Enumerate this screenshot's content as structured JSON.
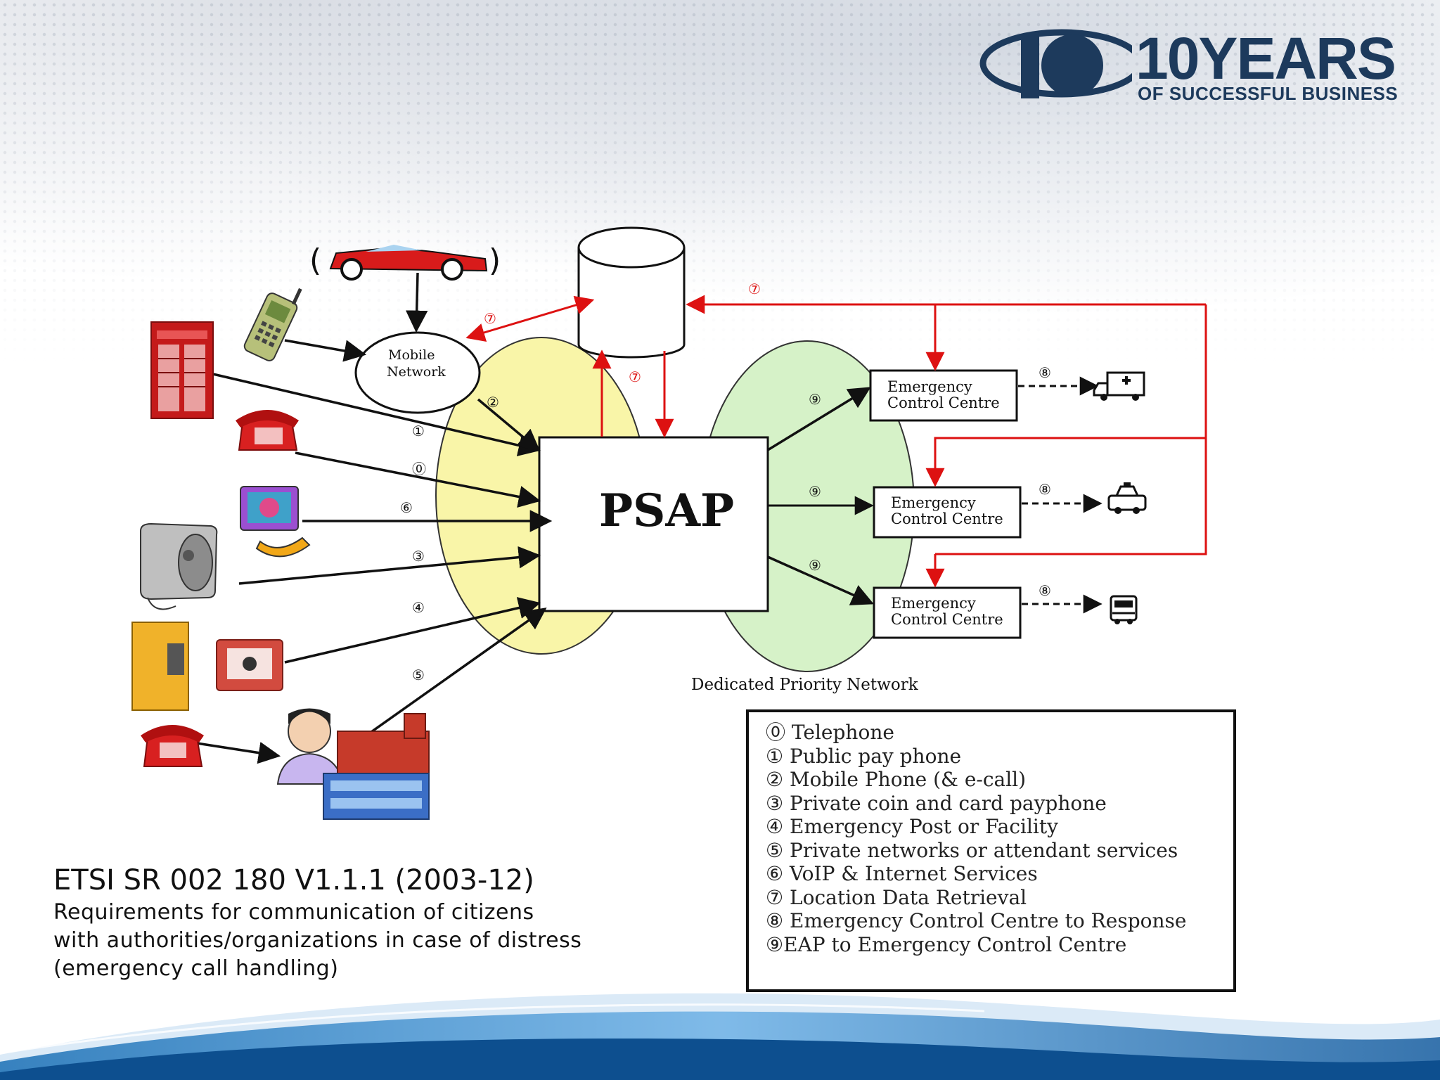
{
  "logo": {
    "big_text": "10YEARS",
    "small_text": "OF SUCCESSFUL BUSINESS"
  },
  "diagram": {
    "center_label": "PSAP",
    "mobile_network_label_line1": "Mobile",
    "mobile_network_label_line2": "Network",
    "ecc_label_line1": "Emergency",
    "ecc_label_line2": "Control Centre",
    "network_label": "Dedicated Priority Network",
    "input_numbers": [
      "①",
      "⓪",
      "⑥",
      "③",
      "④",
      "⑤",
      "②"
    ],
    "location_number": "⑦",
    "eap_number": "⑨",
    "response_number": "⑧"
  },
  "legend": {
    "items": [
      "⓪ Telephone",
      "① Public pay phone",
      "② Mobile Phone (& e-call)",
      "③ Private coin and card payphone",
      "④ Emergency Post or Facility",
      "⑤ Private networks or attendant services",
      "⑥ VoIP & Internet Services",
      "⑦ Location Data Retrieval",
      "⑧ Emergency Control Centre to Response",
      "⑨EAP  to Emergency Control Centre"
    ]
  },
  "caption": {
    "title": "ETSI SR 002 180 V1.1.1 (2003-12)",
    "line1": "Requirements for communication of citizens",
    "line2": "with authorities/organizations in case of distress",
    "line3": "(emergency call handling)"
  },
  "colors": {
    "yellow_ellipse": "#f9f5a8",
    "green_ellipse": "#d6f2c8",
    "red_link": "#dd1111",
    "logo_navy": "#1d3a5c"
  }
}
